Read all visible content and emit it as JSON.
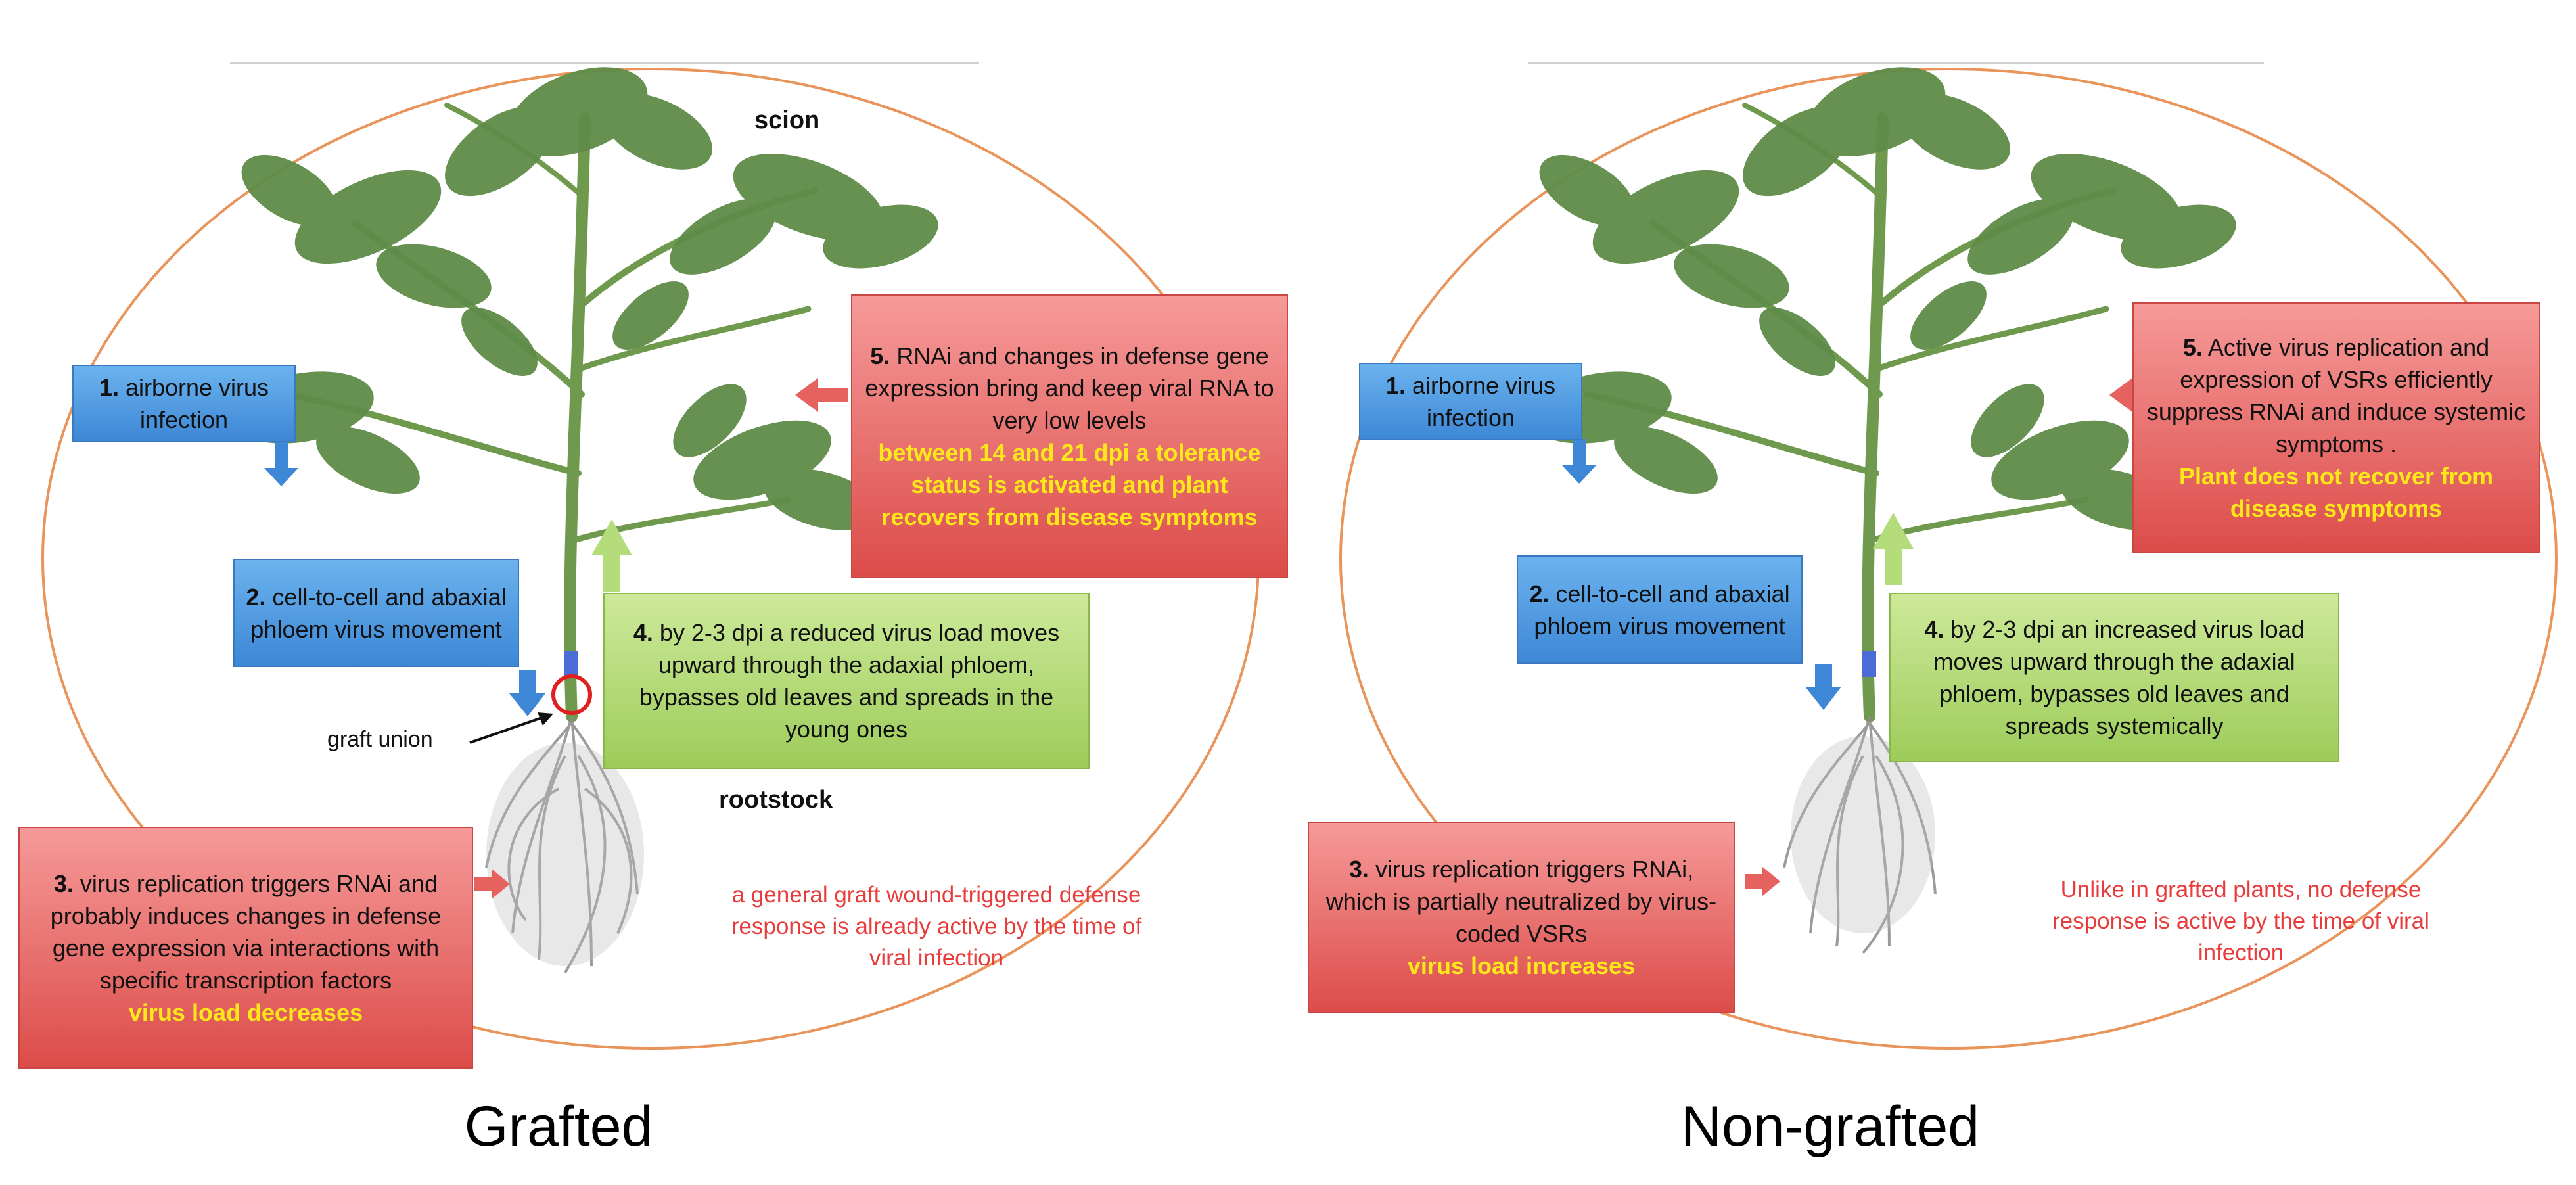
{
  "panels": [
    {
      "title": "Grafted",
      "labels": {
        "scion": "scion",
        "rootstock": "rootstock",
        "graft_union": "graft union"
      },
      "steps": [
        {
          "num": "1.",
          "text": "airborne virus infection",
          "highlight": ""
        },
        {
          "num": "2.",
          "text": "cell-to-cell and abaxial phloem virus movement",
          "highlight": ""
        },
        {
          "num": "3.",
          "text": "virus replication triggers RNAi and probably induces changes in defense gene expression via interactions with specific transcription factors",
          "highlight": "virus load decreases"
        },
        {
          "num": "4.",
          "text": "by 2-3 dpi a reduced virus load moves upward through the adaxial phloem, bypasses old leaves  and spreads in the young ones",
          "highlight": ""
        },
        {
          "num": "5.",
          "text": "RNAi and changes in defense gene expression bring and keep viral RNA to very low levels",
          "highlight": "between 14 and 21 dpi a tolerance status is activated and plant recovers from disease symptoms"
        }
      ],
      "note": "a  general graft wound-triggered defense response is already active by the time of viral infection"
    },
    {
      "title": "Non-grafted",
      "steps": [
        {
          "num": "1.",
          "text": "airborne virus infection",
          "highlight": ""
        },
        {
          "num": "2.",
          "text": "cell-to-cell and abaxial phloem virus movement",
          "highlight": ""
        },
        {
          "num": "3.",
          "text": "virus replication triggers RNAi,  which is partially neutralized by virus-coded VSRs",
          "highlight": "virus load  increases"
        },
        {
          "num": "4.",
          "text": "by 2-3 dpi an increased virus load moves upward through the adaxial phloem, bypasses old leaves  and spreads systemically",
          "highlight": ""
        },
        {
          "num": "5.",
          "text": "Active virus replication and expression of VSRs efficiently suppress RNAi and induce systemic symptoms .",
          "highlight": "Plant  does  not recover from disease symptoms"
        }
      ],
      "note": "Unlike in grafted plants, no defense response is active by the time of viral infection"
    }
  ],
  "colors": {
    "circle": "#e8945a",
    "blue_box": "#4a93dc",
    "red_box": "#e5625f",
    "green_box": "#b5dc7a",
    "highlight": "#ffe81a",
    "note": "#e83c3c",
    "plant_leaf": "#5e8c48",
    "graft_marker": "#e02020"
  }
}
